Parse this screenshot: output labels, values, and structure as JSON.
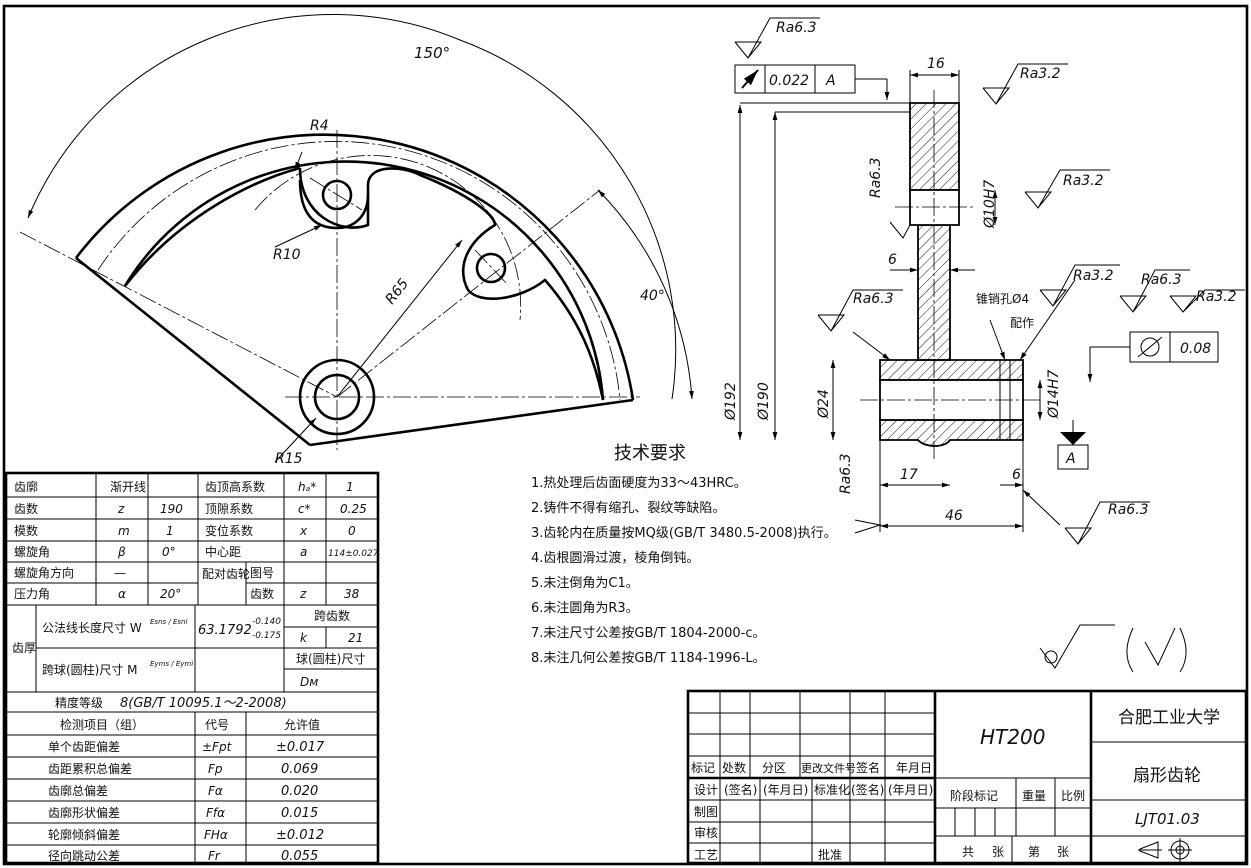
{
  "views": {
    "left": {
      "dim_150": "150°",
      "dim_r4": "R4",
      "dim_r10": "R10",
      "dim_r65": "R65",
      "dim_40": "40°",
      "dim_r15": "R15"
    },
    "section": {
      "dim_16": "16",
      "dim_d10h7": "Ø10H7",
      "dim_6": "6",
      "dim_d192": "Ø192",
      "dim_d190": "Ø190",
      "dim_d24": "Ø24",
      "dim_d14h7": "Ø14H7",
      "dim_17": "17",
      "dim_6b": "6",
      "dim_46": "46",
      "pin_hole": "锥销孔Ø4",
      "pin_hole2": "配作",
      "datum": "A",
      "runout_val": "0.022",
      "runout_ref": "A",
      "cyl_val": "0.08",
      "rough": [
        "Ra6.3",
        "Ra3.2",
        "Ra6.3",
        "Ra3.2",
        "Ra6.3",
        "Ra3.2",
        "Ra6.3",
        "Ra3.2",
        "Ra6.3",
        "Ra6.3"
      ]
    }
  },
  "tech": {
    "title": "技术要求",
    "items": [
      "1.热处理后齿面硬度为33～43HRC。",
      "2.铸件不得有缩孔、裂纹等缺陷。",
      "3.齿轮内在质量按MQ级(GB/T 3480.5-2008)执行。",
      "4.齿根圆滑过渡，棱角倒钝。",
      "5.未注倒角为C1。",
      "6.未注圆角为R3。",
      "7.未注尺寸公差按GB/T 1804-2000-c。",
      "8.未注几何公差按GB/T 1184-1996-L。"
    ]
  },
  "gear_table": {
    "rows": [
      [
        "齿廓",
        "渐开线",
        "",
        "齿顶高系数",
        "hₐ*",
        "1"
      ],
      [
        "齿数",
        "z",
        "190",
        "顶隙系数",
        "c*",
        "0.25"
      ],
      [
        "模数",
        "m",
        "1",
        "变位系数",
        "x",
        "0"
      ],
      [
        "螺旋角",
        "β",
        "0°",
        "中心距",
        "a",
        "114±0.027"
      ],
      [
        "螺旋角方向",
        "—",
        "",
        "图号",
        "",
        ""
      ],
      [
        "压力角",
        "α",
        "20°",
        "齿数",
        "z",
        "38"
      ]
    ],
    "pair_label": "配对齿轮",
    "tooth_thickness": "齿厚",
    "w_label": "公法线长度尺寸 W",
    "w_sub": "Esns / Esni",
    "w_value": "63.1792",
    "w_up": "-0.140",
    "w_lo": "-0.175",
    "span_label": "跨齿数",
    "k": "k",
    "k_val": "21",
    "m_label": "跨球(圆柱)尺寸 M",
    "m_sub": "Eyms / Eymi",
    "ball_label": "球(圆柱)尺寸",
    "dm": "Dм",
    "accuracy_label": "精度等级",
    "accuracy_val": "8(GB/T 10095.1～2-2008)",
    "check_head": [
      "检测项目（组）",
      "代号",
      "允许值"
    ],
    "checks": [
      [
        "单个齿距偏差",
        "±Fpt",
        "±0.017"
      ],
      [
        "齿距累积总偏差",
        "Fp",
        "0.069"
      ],
      [
        "齿廓总偏差",
        "Fα",
        "0.020"
      ],
      [
        "齿廓形状偏差",
        "Ffα",
        "0.015"
      ],
      [
        "轮廓倾斜偏差",
        "FHα",
        "±0.012"
      ],
      [
        "径向跳动公差",
        "Fr",
        "0.055"
      ]
    ]
  },
  "title_block": {
    "material": "HT200",
    "school": "合肥工业大学",
    "name": "扇形齿轮",
    "code": "LJT01.03",
    "cols": [
      "标记",
      "处数",
      "分区",
      "更改文件号",
      "签名",
      "年月日"
    ],
    "design": "设计",
    "sign": "(签名)",
    "date": "(年月日)",
    "std": "标准化",
    "sign2": "(签名)",
    "date2": "(年月日)",
    "draw": "制图",
    "audit": "审核",
    "craft": "工艺",
    "approve": "批准",
    "stage": "阶段标记",
    "weight": "重量",
    "scale": "比例",
    "total": "共",
    "sheets": "张",
    "no": "第",
    "sheets2": "张"
  }
}
